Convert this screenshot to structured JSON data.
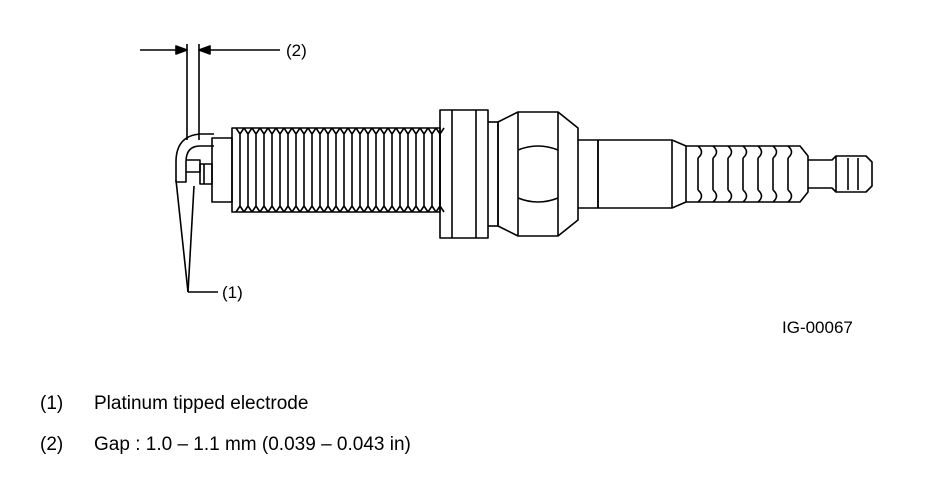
{
  "callouts": {
    "c1": "(1)",
    "c2": "(2)"
  },
  "figure_id": "IG-00067",
  "legend": [
    {
      "num": "(1)",
      "text": "Platinum tipped electrode"
    },
    {
      "num": "(2)",
      "text": "Gap : 1.0 – 1.1 mm (0.039 – 0.043 in)"
    }
  ]
}
